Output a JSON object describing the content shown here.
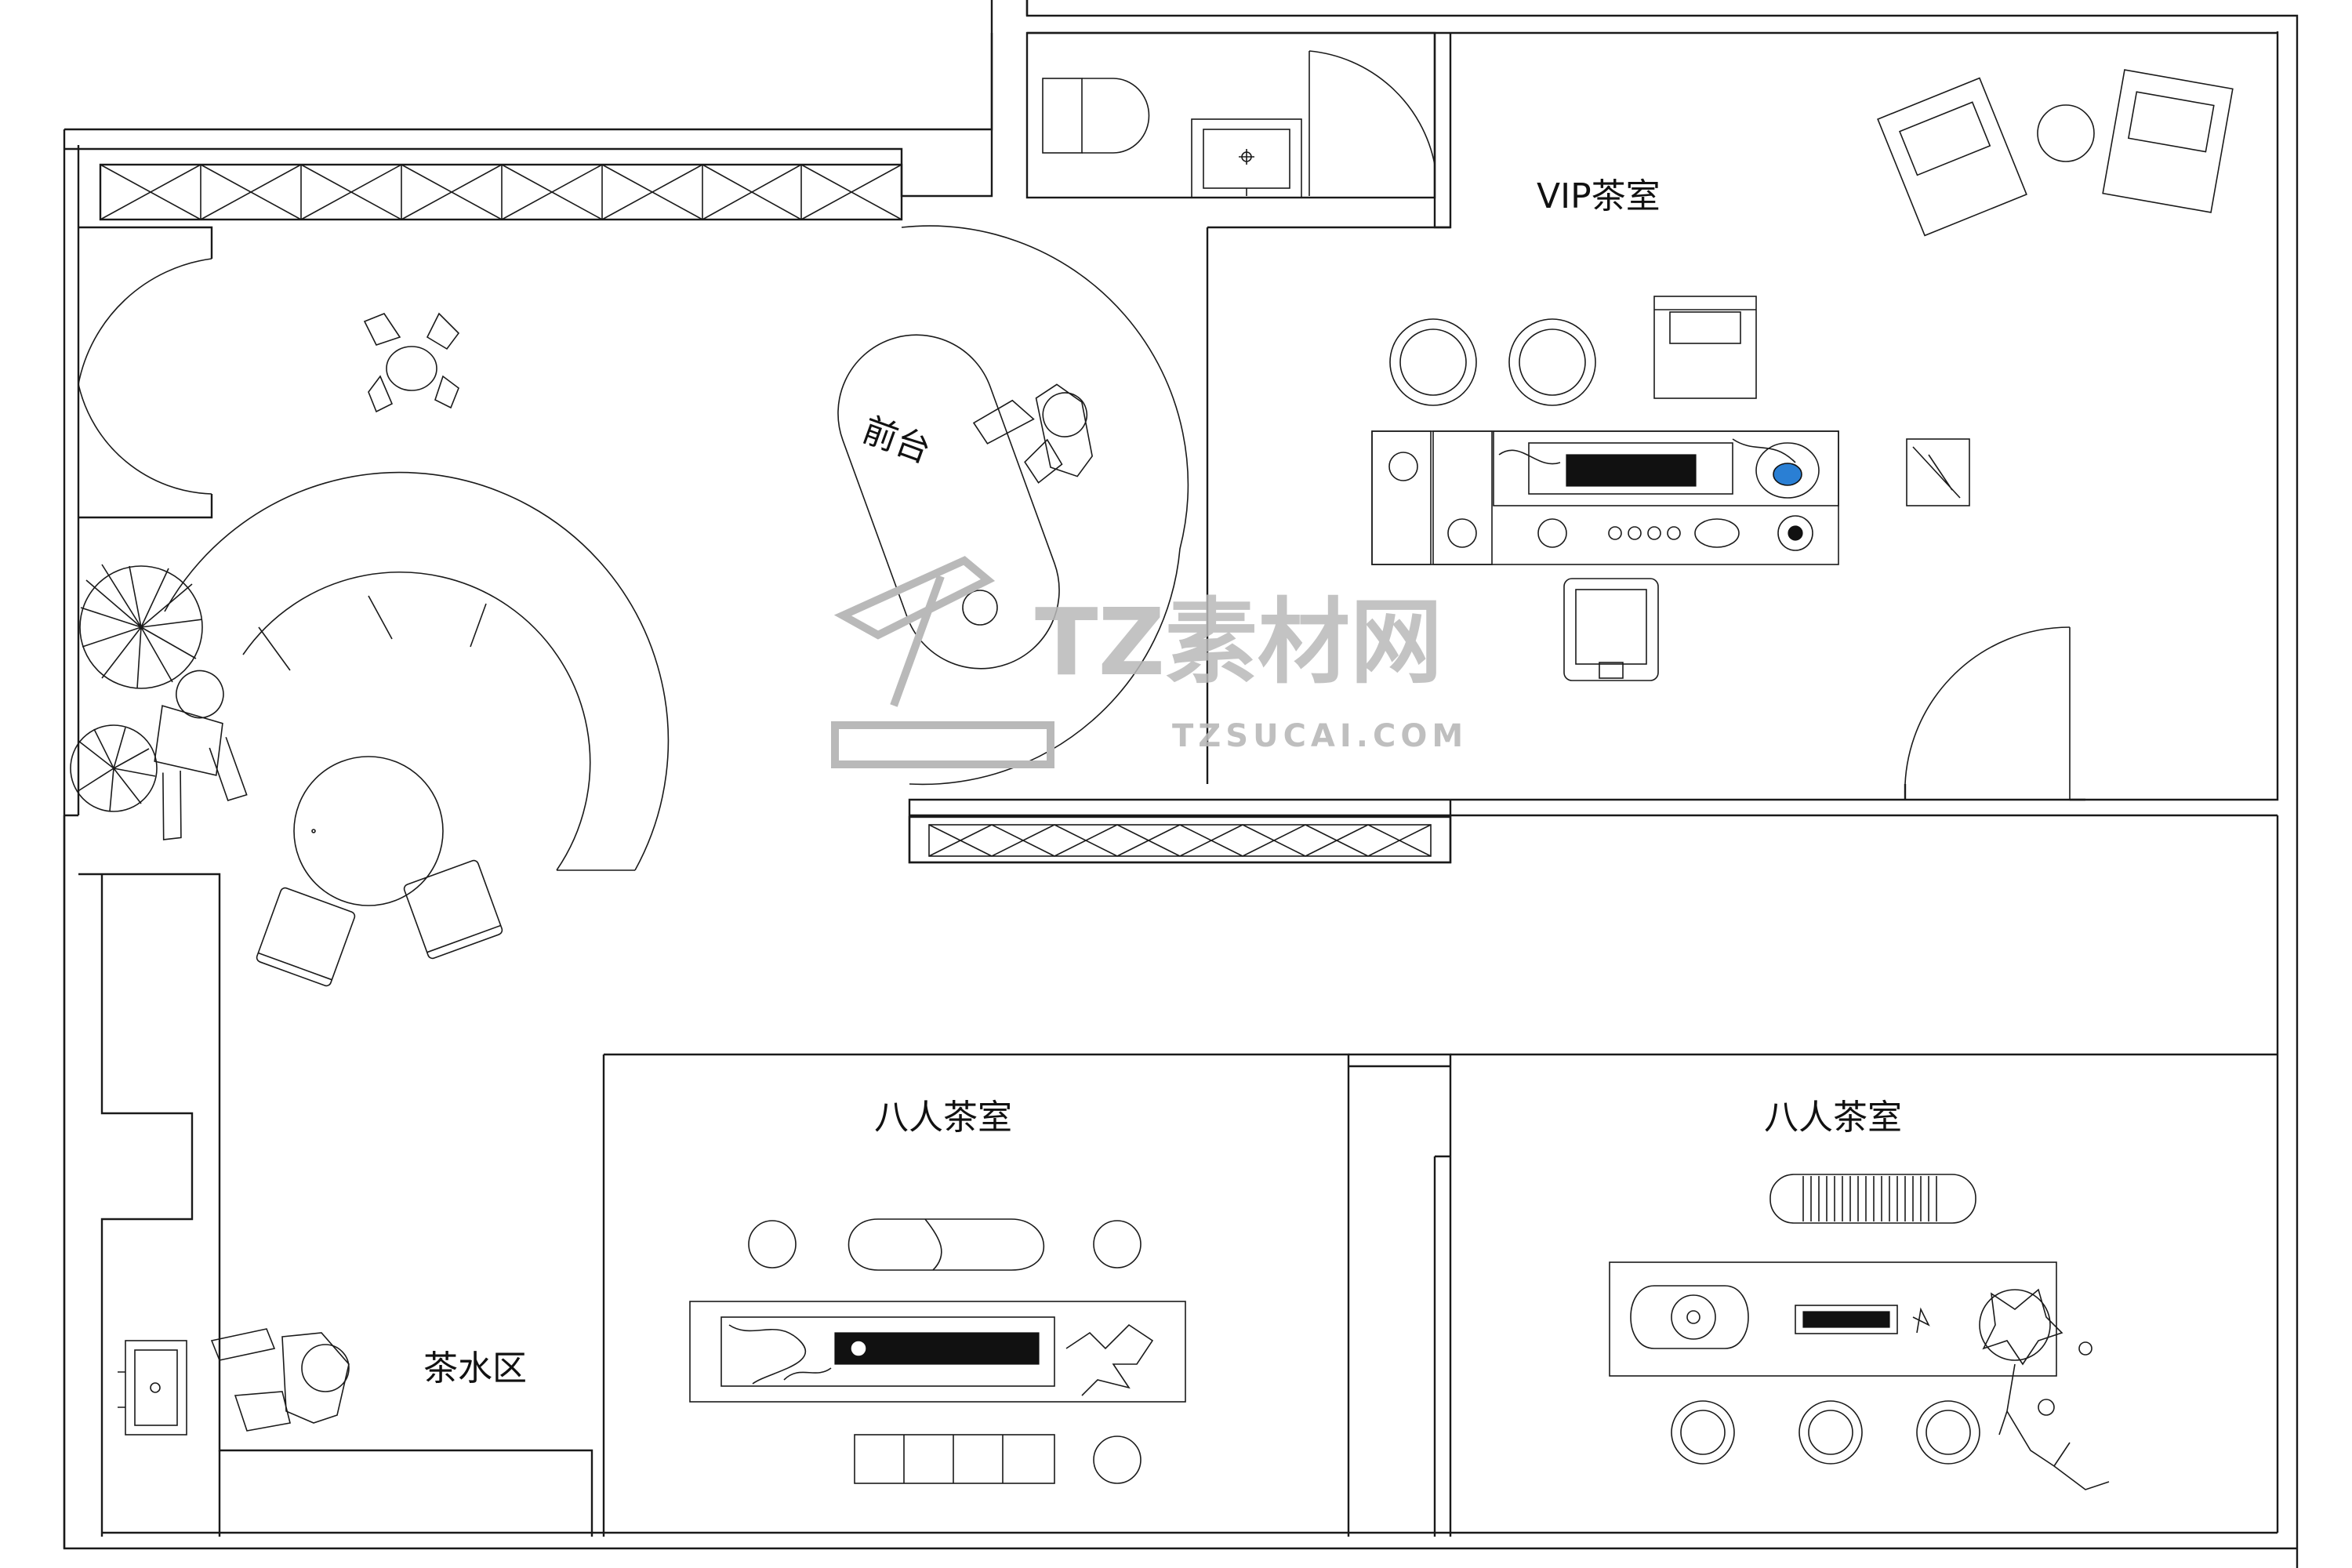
{
  "rooms": {
    "vip_room": "VIP茶室",
    "reception": "前台",
    "eight_room_left": "八人茶室",
    "eight_room_right": "八人茶室",
    "tea_water_area": "茶水区"
  },
  "watermark": {
    "brand": "TZ素材网",
    "site": "TZSUCAI.COM"
  },
  "colors": {
    "line": "#1a1a1a",
    "background": "#ffffff",
    "watermark": "#b9b9b9"
  },
  "icons": [
    "door-swing-icon",
    "person-icon",
    "armchair-icon",
    "sink-icon",
    "toilet-icon",
    "tea-table-icon",
    "plant-icon",
    "round-stool-icon"
  ]
}
